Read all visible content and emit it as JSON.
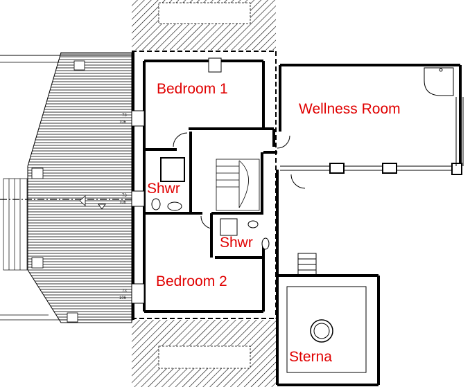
{
  "plan": {
    "rooms": {
      "bedroom1": "Bedroom 1",
      "wellness": "Wellness Room",
      "shower1": "Shwr",
      "shower2": "Shwr",
      "bedroom2": "Bedroom 2",
      "sterna": "Sterna"
    },
    "window_tags": {
      "w1_top": "73",
      "w1_bottom": "106",
      "w2_top": "73",
      "w2_bottom": "106",
      "w3_top": "73",
      "w3_bottom": "106"
    },
    "label_color": "#e00000",
    "wall_color": "#000000"
  }
}
